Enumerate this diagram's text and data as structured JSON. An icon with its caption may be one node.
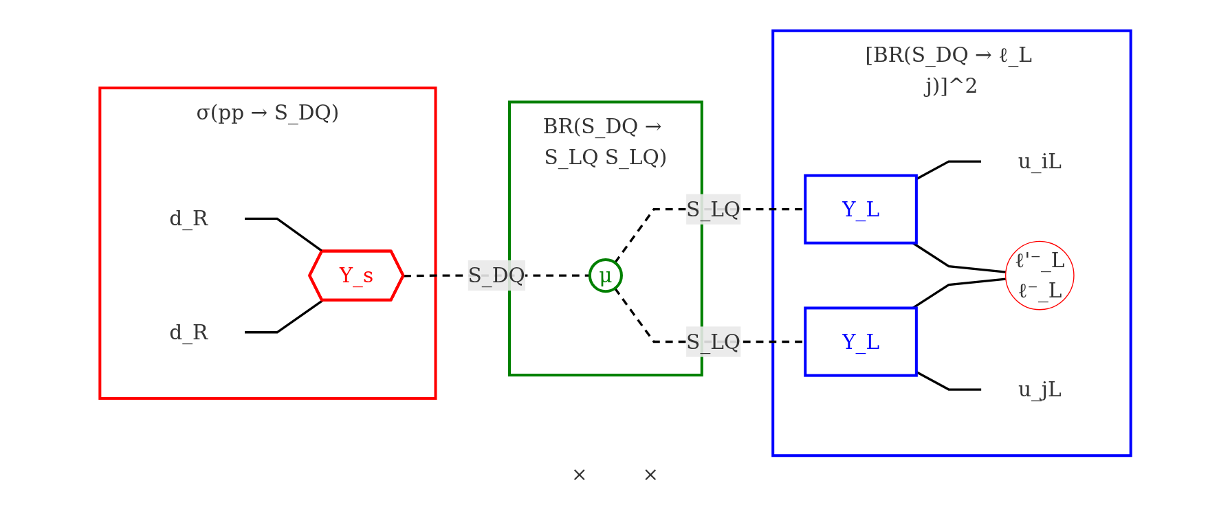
{
  "diagram": {
    "nodes": [
      {
        "text": [
          "σ(pp → S_DQ)"
        ]
      },
      {
        "text": [
          "d_R"
        ],
        "in": 0
      },
      {
        "text": [
          "d_R"
        ],
        "in": 0
      },
      {
        "text": [
          "Y_s"
        ],
        "in": 0
      },
      {
        "text": [
          "BR(S_DQ → S_LQ S_LQ)"
        ]
      },
      {
        "text": [
          "μ"
        ],
        "in": 4
      },
      {
        "text": [
          "[BR(S_DQ → ℓ_L j)]^2"
        ]
      },
      {
        "text": [
          "Y_L"
        ],
        "in": 6
      },
      {
        "text": [
          "Y_L"
        ],
        "in": 6
      },
      {
        "text": [
          "u_iL"
        ],
        "in": 6
      },
      {
        "text": [
          "ℓ'⁻_L",
          "ℓ⁻_L"
        ],
        "in": 6
      },
      {
        "text": [
          "u_jL"
        ],
        "in": 6
      }
    ],
    "edges": [
      {
        "from": 1,
        "to": 3,
        "arrow": "none"
      },
      {
        "from": 2,
        "to": 3,
        "arrow": "none"
      },
      {
        "from": 3,
        "to": 5,
        "arrow": "none",
        "label": "S_DQ",
        "style": "dashed"
      },
      {
        "from": 5,
        "to": 7,
        "arrow": "none",
        "label": "S_LQ",
        "style": "dashed"
      },
      {
        "from": 5,
        "to": 8,
        "arrow": "none",
        "label": "S_LQ",
        "style": "dashed"
      },
      {
        "from": 7,
        "to": 9,
        "arrow": "none"
      },
      {
        "from": 7,
        "to": 10,
        "arrow": "none"
      },
      {
        "from": 8,
        "to": 10,
        "arrow": "none"
      },
      {
        "from": 8,
        "to": 11,
        "arrow": "none"
      }
    ],
    "labels": [
      "×",
      "×"
    ]
  }
}
